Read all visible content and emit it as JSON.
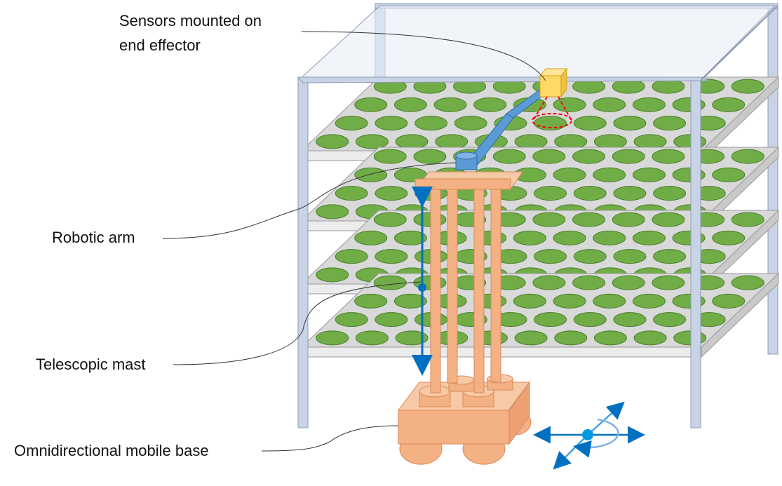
{
  "labels": {
    "sensors_line1": "Sensors mounted on",
    "sensors_line2": "end effector",
    "robotic_arm": "Robotic arm",
    "telescopic_mast": "Telescopic mast",
    "mobile_base": "Omnidirectional mobile base"
  },
  "colors": {
    "frame": "#c8d3e6",
    "frame_stroke": "#8d9cb5",
    "shelf": "#d9d9d9",
    "shelf_stroke": "#9a9a9a",
    "plant": "#70ad47",
    "plant_stroke": "#4a7c2a",
    "robot": "#f4b183",
    "robot_stroke": "#d9895a",
    "arm": "#5b9bd5",
    "arm_stroke": "#2e6ca4",
    "sensor": "#ffd966",
    "sensor_stroke": "#d4a017",
    "arrow": "#0070c0",
    "sensor_cone": "#ff0000"
  },
  "icons": {
    "mast_arrow": "vertical-double-arrow-icon",
    "motion_arrows": "omnidirectional-arrows-icon"
  }
}
